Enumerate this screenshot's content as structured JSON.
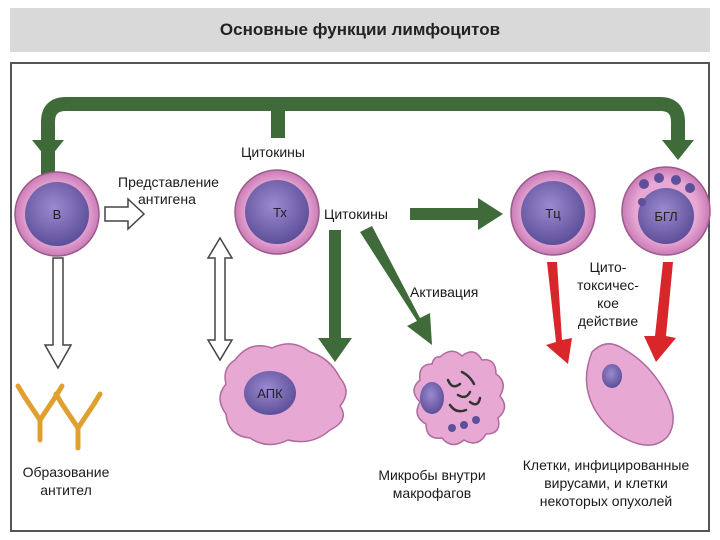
{
  "title": "Основные функции лимфоцитов",
  "cells": {
    "b": "В",
    "th": "Тх",
    "tc": "Тц",
    "ngl": "БГЛ",
    "apc": "АПК"
  },
  "labels": {
    "cytokines_top": "Цитокины",
    "antigen_presentation": [
      "Представление",
      "антигена"
    ],
    "cytokines_mid": "Цитокины",
    "activation": "Активация",
    "cytotoxic": [
      "Цито-",
      "токсичес-",
      "кое",
      "действие"
    ],
    "antibodies": [
      "Образование",
      "антител"
    ],
    "microbes": [
      "Микробы внутри",
      "макрофагов"
    ],
    "infected": [
      "Клетки, инфицированные",
      "вирусами, и клетки",
      "некоторых опухолей"
    ]
  },
  "colors": {
    "cell_outer": "#e8a8d4",
    "cell_inner": "#7b6bb3",
    "arrow_green": "#3f6b3a",
    "arrow_red": "#d8262a",
    "antibody": "#e0a030"
  }
}
